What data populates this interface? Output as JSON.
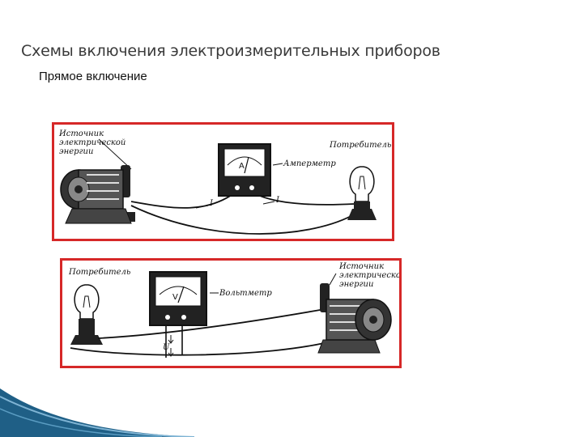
{
  "slide": {
    "title": "Схемы включения электроизмерительных приборов",
    "subtitle": "Прямое включение"
  },
  "diagram_ammeter": {
    "source_label_lines": [
      "Источник",
      "электрической",
      "энергии"
    ],
    "meter_letter": "А",
    "meter_label": "Амперметр",
    "consumer_label": "Потребитель",
    "current_label": "I"
  },
  "diagram_voltmeter": {
    "consumer_label": "Потребитель",
    "meter_letter": "V",
    "meter_label": "Вольтметр",
    "voltage_label": "U",
    "source_label_lines": [
      "Источник",
      "электрической",
      "энергии"
    ]
  },
  "colors": {
    "frame": "#d62828",
    "ink": "#111111",
    "corner_accent": "#1f5f86"
  }
}
